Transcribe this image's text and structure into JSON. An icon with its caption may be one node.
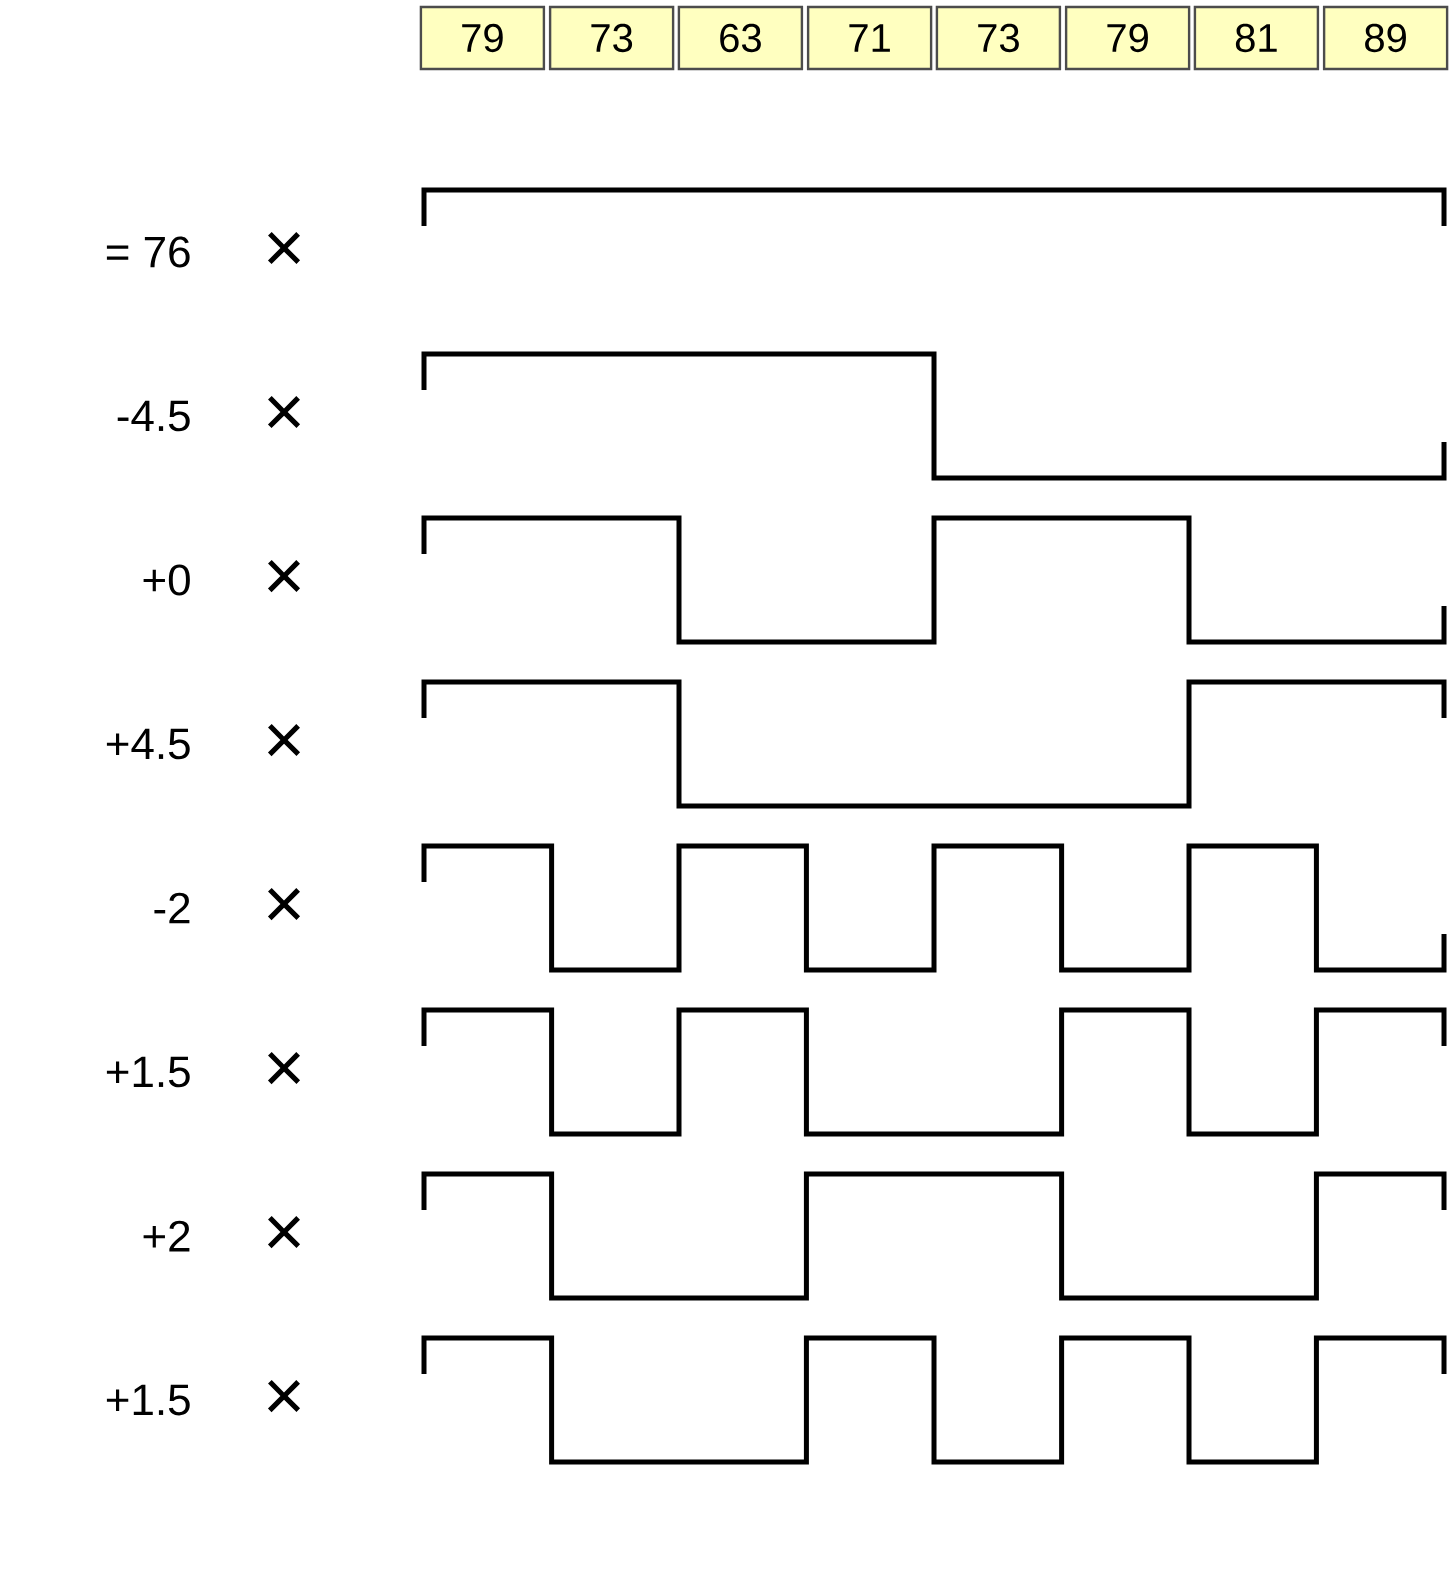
{
  "diagram": {
    "labels": [
      "79",
      "73",
      "63",
      "71",
      "73",
      "79",
      "81",
      "89",
      "= 76",
      "×",
      "-4.5",
      "×",
      "+0",
      "×",
      "+4.5",
      "×",
      "-2",
      "×",
      "+1.5",
      "×",
      "+2",
      "×",
      "+1.5",
      "×"
    ]
  }
}
